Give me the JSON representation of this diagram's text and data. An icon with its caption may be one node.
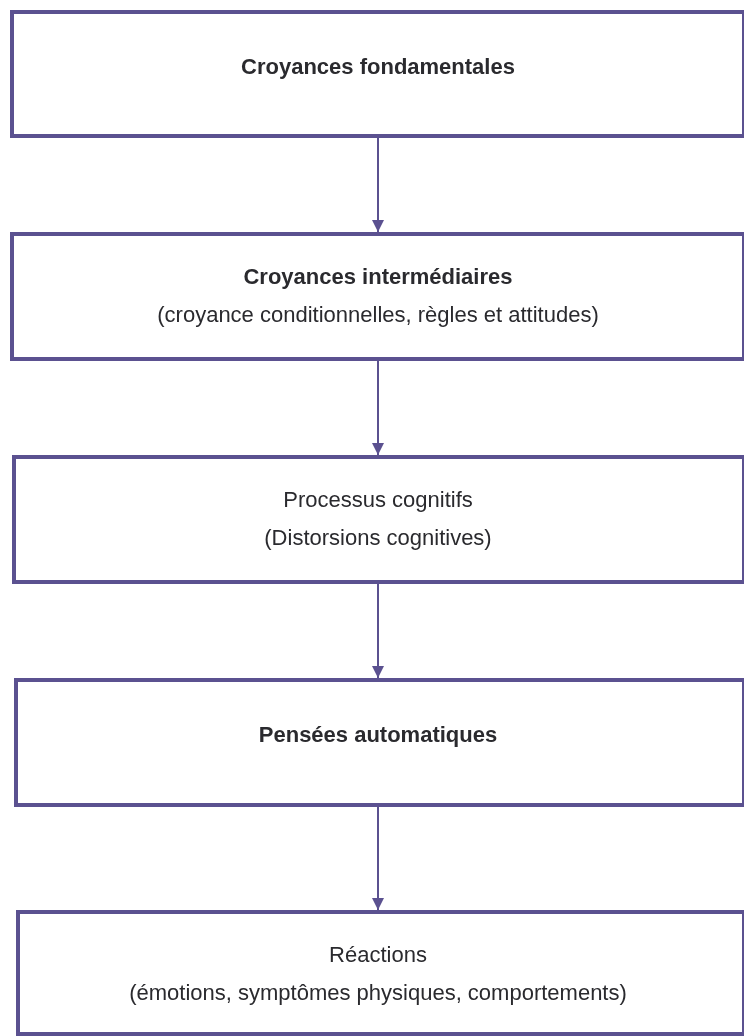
{
  "diagram": {
    "nodes": [
      {
        "text": [
          "Croyances fondamentales"
        ]
      },
      {
        "text": [
          "Croyances intermédiaires",
          "(croyance conditionnelles, règles et attitudes)"
        ]
      },
      {
        "text": [
          "Processus cognitifs",
          "(Distorsions cognitives)"
        ]
      },
      {
        "text": [
          "Pensées automatiques"
        ]
      },
      {
        "text": [
          "Réactions",
          "(émotions, symptômes physiques, comportements)"
        ]
      }
    ],
    "edges": [
      {
        "from": 0,
        "to": 1,
        "arrow": "to"
      },
      {
        "from": 1,
        "to": 2,
        "arrow": "to"
      },
      {
        "from": 2,
        "to": 3,
        "arrow": "to"
      },
      {
        "from": 3,
        "to": 4,
        "arrow": "to"
      }
    ]
  }
}
